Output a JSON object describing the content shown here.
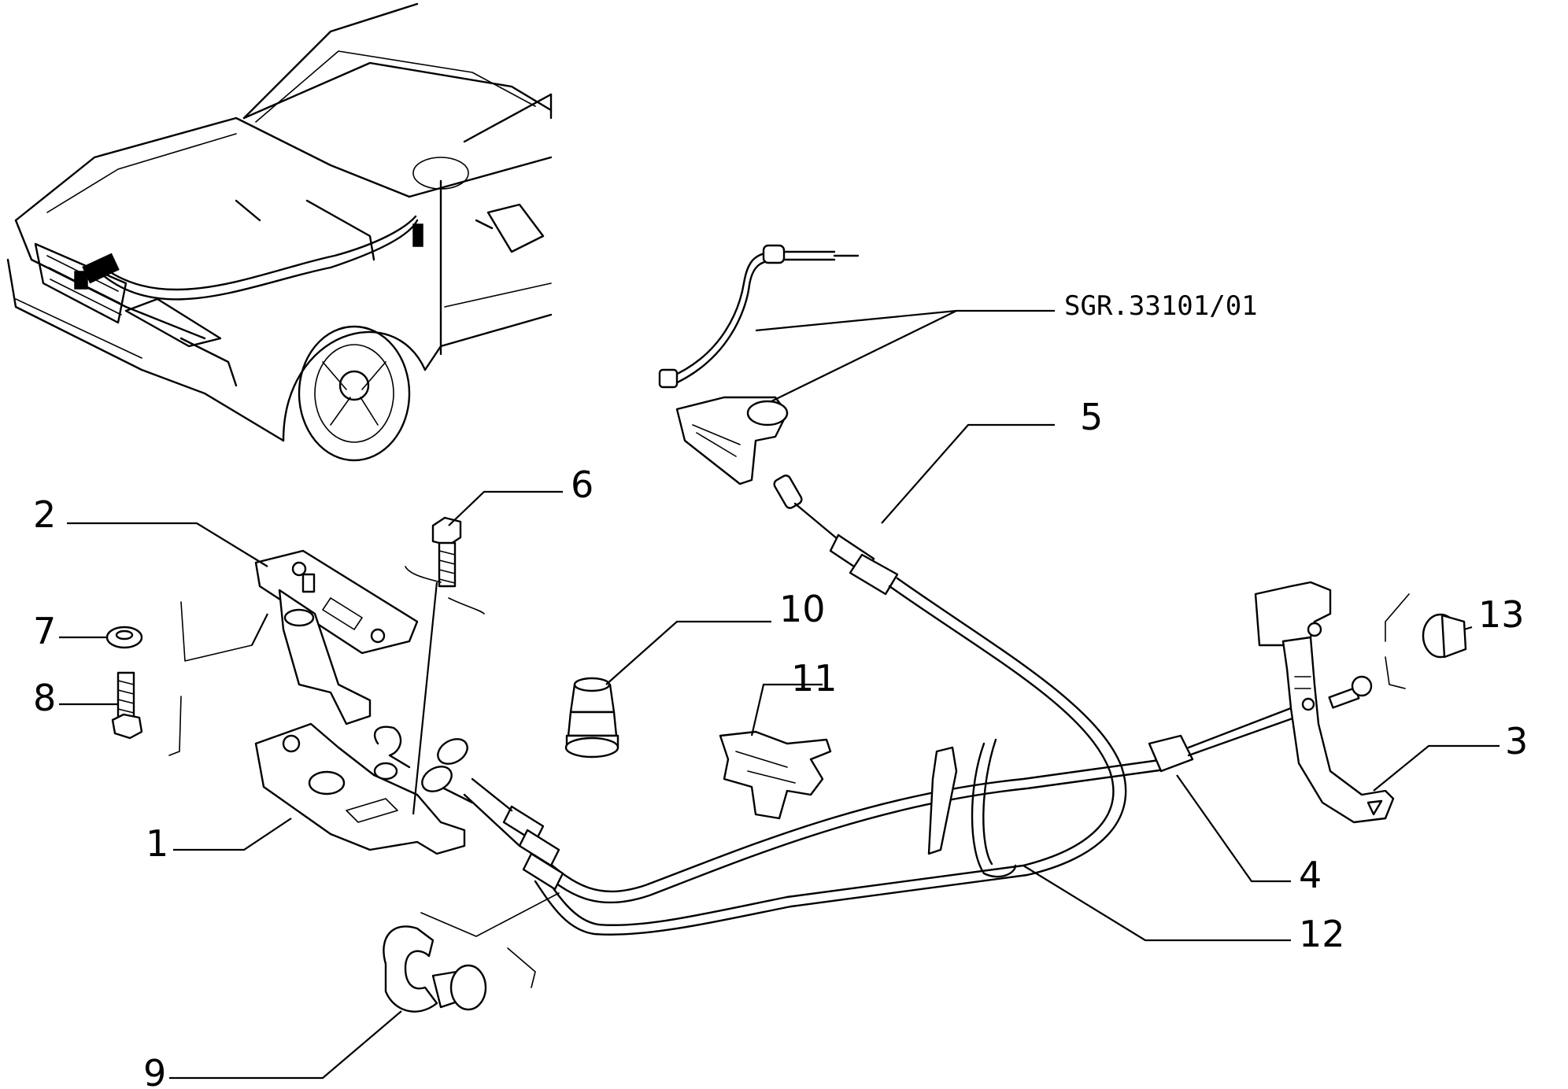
{
  "reference_code": "SGR.33101/01",
  "callouts": [
    {
      "id": "c1",
      "label": "1"
    },
    {
      "id": "c2",
      "label": "2"
    },
    {
      "id": "c3",
      "label": "3"
    },
    {
      "id": "c4",
      "label": "4"
    },
    {
      "id": "c5",
      "label": "5"
    },
    {
      "id": "c6",
      "label": "6"
    },
    {
      "id": "c7",
      "label": "7"
    },
    {
      "id": "c8",
      "label": "8"
    },
    {
      "id": "c9",
      "label": "9"
    },
    {
      "id": "c10",
      "label": "10"
    },
    {
      "id": "c11",
      "label": "11"
    },
    {
      "id": "c12",
      "label": "12"
    },
    {
      "id": "c13",
      "label": "13"
    }
  ]
}
